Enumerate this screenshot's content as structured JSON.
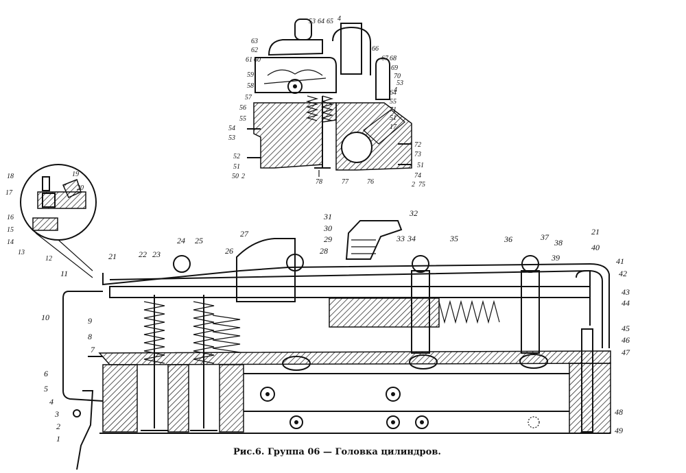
{
  "caption": "Рис.6. Группа 06 — Головка цилиндров.",
  "top_view_labels": [
    "53",
    "64",
    "65",
    "4",
    "63",
    "62",
    "61",
    "60",
    "66",
    "67",
    "68",
    "69",
    "70",
    "53",
    "4",
    "59",
    "58",
    "57",
    "56",
    "55",
    "54",
    "53",
    "52",
    "51",
    "50",
    "2",
    "64",
    "55",
    "71",
    "51",
    "17",
    "72",
    "73",
    "51",
    "74",
    "2",
    "75",
    "78",
    "77",
    "76"
  ],
  "inset_labels": [
    "18",
    "19",
    "20",
    "17",
    "16",
    "15",
    "14",
    "13",
    "12"
  ],
  "main_view_labels": [
    "31",
    "32",
    "30",
    "29",
    "33",
    "34",
    "35",
    "36",
    "37",
    "38",
    "21",
    "40",
    "41",
    "42",
    "43",
    "44",
    "45",
    "46",
    "47",
    "48",
    "49",
    "28",
    "39",
    "11",
    "21",
    "22",
    "23",
    "24",
    "25",
    "26",
    "27",
    "10",
    "9",
    "8",
    "7",
    "6",
    "5",
    "4",
    "3",
    "2",
    "1"
  ]
}
